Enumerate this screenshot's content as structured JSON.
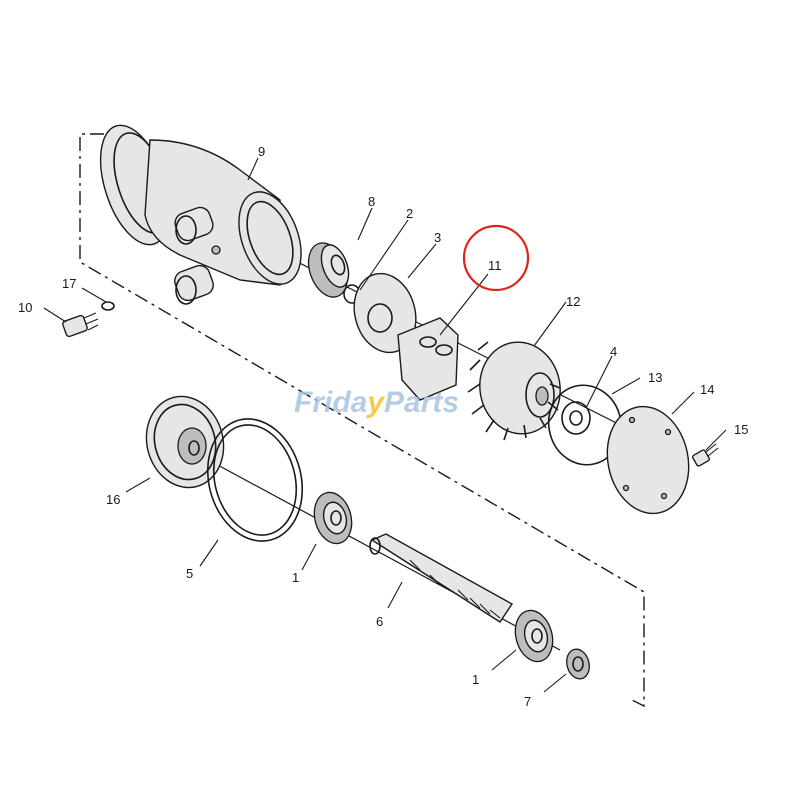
{
  "callouts": {
    "c1a": "1",
    "c1b": "1",
    "c2": "2",
    "c3": "3",
    "c4": "4",
    "c5": "5",
    "c6": "6",
    "c7": "7",
    "c8": "8",
    "c9": "9",
    "c10": "10",
    "c11": "11",
    "c12": "12",
    "c13": "13",
    "c14": "14",
    "c15": "15",
    "c16": "16",
    "c17": "17"
  },
  "highlight": {
    "callout": "11",
    "color": "#e0241b"
  },
  "watermark": {
    "part1": "Frida",
    "part2": "y",
    "part3": "Parts",
    "colors": {
      "primary": "#a9c4e3",
      "accent": "#f2c230"
    }
  }
}
